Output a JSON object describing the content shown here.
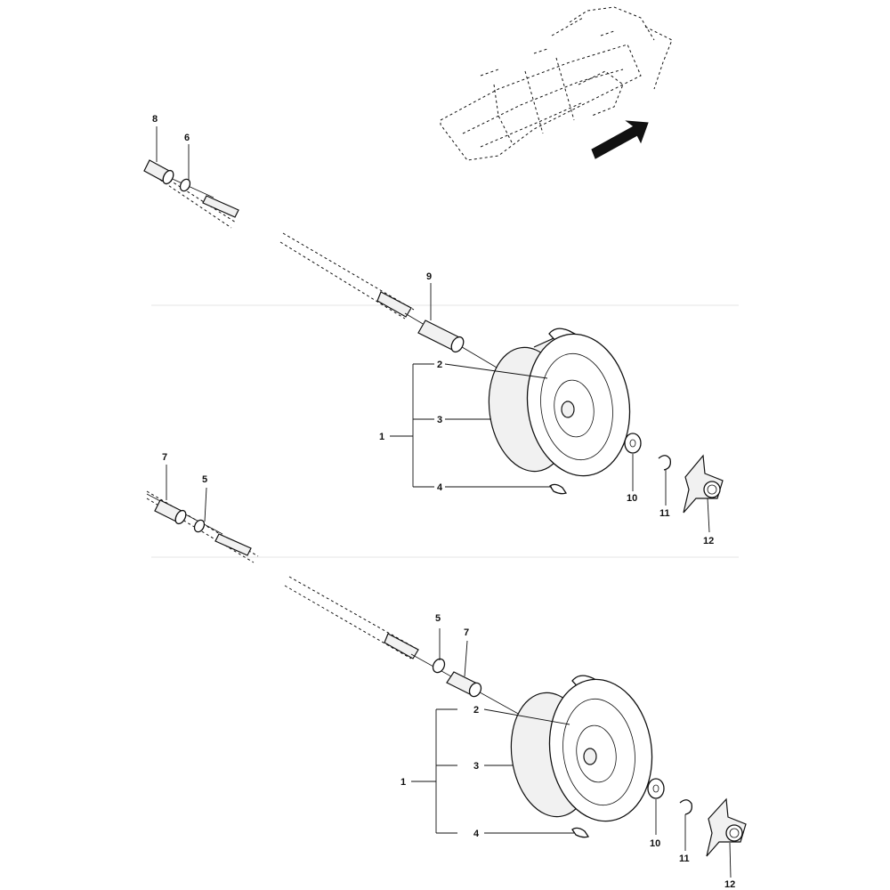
{
  "callouts": {
    "a_8": "8",
    "a_6": "6",
    "a_9": "9",
    "a_1": "1",
    "a_2": "2",
    "a_3": "3",
    "a_4": "4",
    "a_10": "10",
    "a_11": "11",
    "a_12": "12",
    "b_7": "7",
    "b_5": "5",
    "b_5b": "5",
    "b_7b": "7",
    "b_1": "1",
    "b_2": "2",
    "b_3": "3",
    "b_4": "4",
    "b_10": "10",
    "b_11": "11",
    "b_12": "12"
  },
  "icons": {
    "locator": "tractor-frame-locator-icon",
    "arrow": "direction-arrow-icon",
    "wheel": "wheel-tire-icon",
    "hub_cap": "hub-cap-icon"
  },
  "colors": {
    "ink": "#111111",
    "background": "#ffffff"
  }
}
